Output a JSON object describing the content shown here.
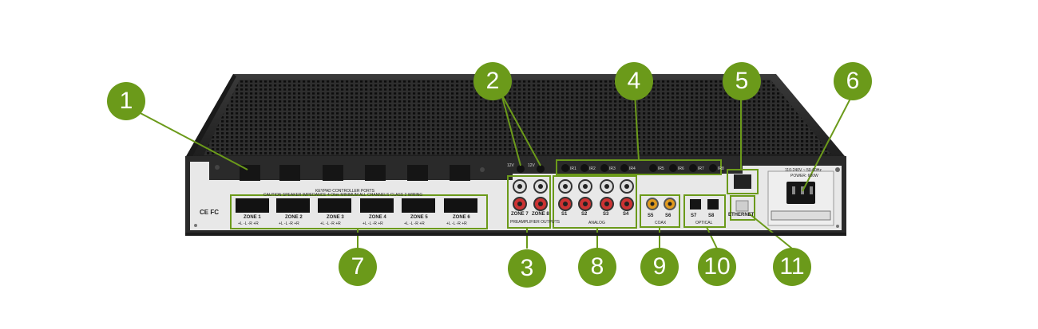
{
  "callouts": [
    {
      "id": "1",
      "label": "1"
    },
    {
      "id": "2",
      "label": "2"
    },
    {
      "id": "3",
      "label": "3"
    },
    {
      "id": "4",
      "label": "4"
    },
    {
      "id": "5",
      "label": "5"
    },
    {
      "id": "6",
      "label": "6"
    },
    {
      "id": "7",
      "label": "7"
    },
    {
      "id": "8",
      "label": "8"
    },
    {
      "id": "9",
      "label": "9"
    },
    {
      "id": "10",
      "label": "10"
    },
    {
      "id": "11",
      "label": "11"
    }
  ],
  "panel": {
    "controller_ports": "KEYPAD CONTROLLER PORTS",
    "speaker_note": "CAUTION SPEAKER IMPEDANCE 4 Ohm MINIMUM ALL CHANNELS   CLASS 2 WIRING",
    "zones": [
      "ZONE 1",
      "ZONE 2",
      "ZONE 3",
      "ZONE 4",
      "ZONE 5",
      "ZONE 6"
    ],
    "zone_pins": "+L  -L  -R  +R",
    "preamp_zones": [
      "ZONE 7",
      "ZONE 8"
    ],
    "preamp_label": "PREAMPLIFIER OUTPUTS",
    "analog_inputs": [
      "S1",
      "S2",
      "S3",
      "S4"
    ],
    "analog_label": "ANALOG",
    "coax_inputs": [
      "S5",
      "S6"
    ],
    "coax_label": "COAX",
    "optical_inputs": [
      "S7",
      "S8"
    ],
    "optical_label": "OPTICAL",
    "ethernet_label": "ETHERNET",
    "power_rating": "110-240V ~ 50-60Hz",
    "power_watts": "POWER: 600W",
    "ir_labels": [
      "IR1",
      "IR2",
      "IR3",
      "IR4",
      "IR5",
      "IR6",
      "IR7",
      "IR8"
    ],
    "trigger_labels": [
      "12V",
      "12V"
    ],
    "cert_marks": "CE FC"
  },
  "colors": {
    "accent": "#6b9a1a",
    "chassis": "#2b2b2b",
    "panel": "#e6e6e6"
  }
}
